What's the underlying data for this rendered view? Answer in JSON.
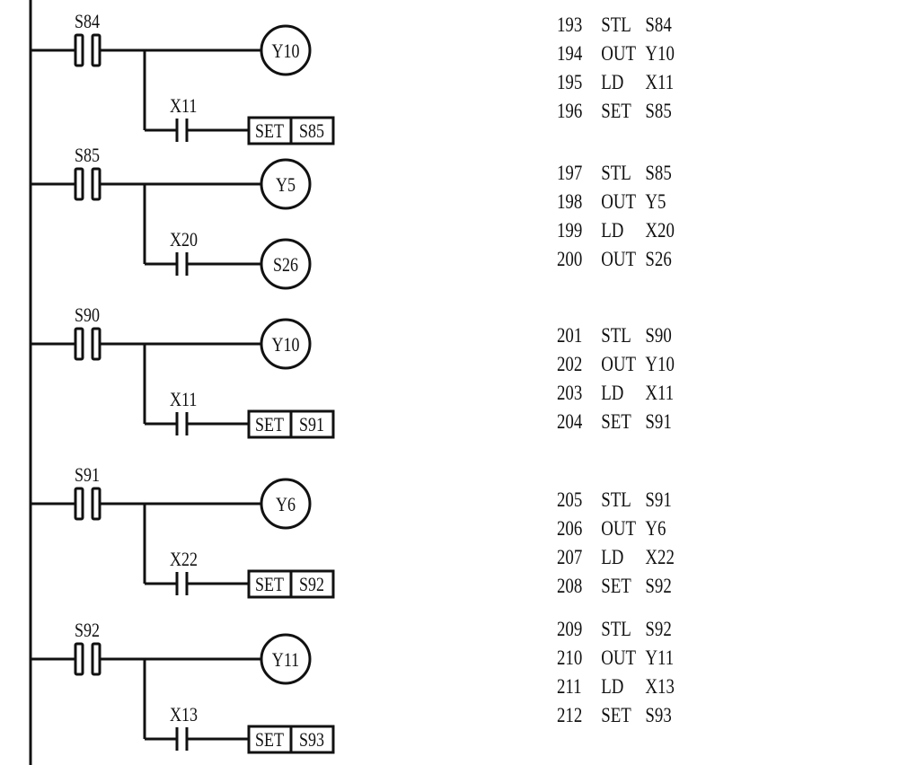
{
  "diagram": {
    "type": "ladder-logic-stl",
    "rungs": [
      {
        "stl_contact": "S84",
        "coil": "Y10",
        "branch_contact": "X11",
        "branch_output": {
          "type": "set",
          "instr": "SET",
          "target": "S85"
        }
      },
      {
        "stl_contact": "S85",
        "coil": "Y5",
        "branch_contact": "X20",
        "branch_output": {
          "type": "coil",
          "instr": "OUT",
          "target": "S26"
        }
      },
      {
        "stl_contact": "S90",
        "coil": "Y10",
        "branch_contact": "X11",
        "branch_output": {
          "type": "set",
          "instr": "SET",
          "target": "S91"
        }
      },
      {
        "stl_contact": "S91",
        "coil": "Y6",
        "branch_contact": "X22",
        "branch_output": {
          "type": "set",
          "instr": "SET",
          "target": "S92"
        }
      },
      {
        "stl_contact": "S92",
        "coil": "Y11",
        "branch_contact": "X13",
        "branch_output": {
          "type": "set",
          "instr": "SET",
          "target": "S93"
        }
      }
    ]
  },
  "instruction_list": [
    [
      {
        "step": "193",
        "op": "STL",
        "arg": "S84"
      },
      {
        "step": "194",
        "op": "OUT",
        "arg": "Y10"
      },
      {
        "step": "195",
        "op": "LD",
        "arg": "X11"
      },
      {
        "step": "196",
        "op": "SET",
        "arg": "S85"
      }
    ],
    [
      {
        "step": "197",
        "op": "STL",
        "arg": "S85"
      },
      {
        "step": "198",
        "op": "OUT",
        "arg": "Y5"
      },
      {
        "step": "199",
        "op": "LD",
        "arg": "X20"
      },
      {
        "step": "200",
        "op": "OUT",
        "arg": "S26"
      }
    ],
    [
      {
        "step": "201",
        "op": "STL",
        "arg": "S90"
      },
      {
        "step": "202",
        "op": "OUT",
        "arg": "Y10"
      },
      {
        "step": "203",
        "op": "LD",
        "arg": "X11"
      },
      {
        "step": "204",
        "op": "SET",
        "arg": "S91"
      }
    ],
    [
      {
        "step": "205",
        "op": "STL",
        "arg": "S91"
      },
      {
        "step": "206",
        "op": "OUT",
        "arg": "Y6"
      },
      {
        "step": "207",
        "op": "LD",
        "arg": "X22"
      },
      {
        "step": "208",
        "op": "SET",
        "arg": "S92"
      }
    ],
    [
      {
        "step": "209",
        "op": "STL",
        "arg": "S92"
      },
      {
        "step": "210",
        "op": "OUT",
        "arg": "Y11"
      },
      {
        "step": "211",
        "op": "LD",
        "arg": "X13"
      },
      {
        "step": "212",
        "op": "SET",
        "arg": "S93"
      }
    ]
  ]
}
